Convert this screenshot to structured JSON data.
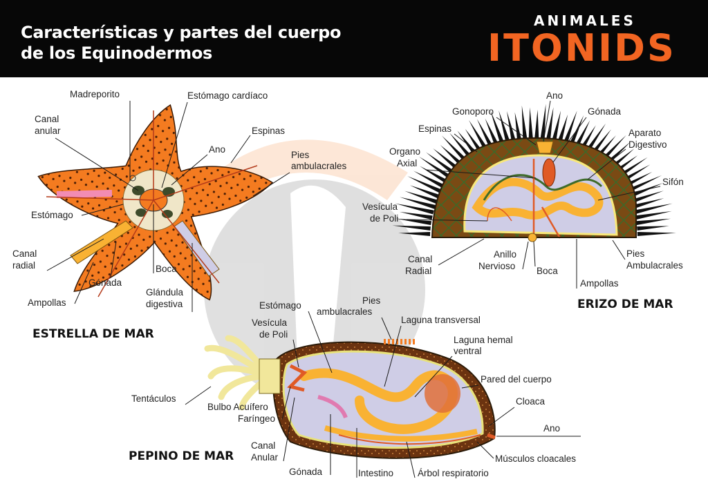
{
  "header": {
    "title_line1": "Características y partes del cuerpo",
    "title_line2": "de los Equinodermos",
    "brand_top": "ANIMALES",
    "brand_main": "ITONIDS"
  },
  "colors": {
    "header_bg": "#070707",
    "brand_orange": "#f26522",
    "body_orange": "#f47b20",
    "organ_yellow": "#f9b233",
    "body_cavity": "#cfcde6",
    "spine_black": "#111111"
  },
  "starfish": {
    "name": "ESTRELLA DE MAR",
    "labels": {
      "madreporito": "Madreporito",
      "estomago_cardiaco": "Estómago cardíaco",
      "canal_anular_1": "Canal",
      "canal_anular_2": "anular",
      "espinas": "Espinas",
      "ano": "Ano",
      "pies_1": "Pies",
      "pies_2": "ambulacrales",
      "estomago": "Estómago",
      "canal_radial_1": "Canal",
      "canal_radial_2": "radial",
      "boca": "Boca",
      "gonada": "Gónada",
      "glandula_1": "Glándula",
      "glandula_2": "digestiva",
      "ampollas": "Ampollas"
    }
  },
  "urchin": {
    "name": "ERIZO DE MAR",
    "labels": {
      "ano": "Ano",
      "gonoporo": "Gonoporo",
      "gonada": "Gónada",
      "espinas": "Espinas",
      "aparato_1": "Aparato",
      "aparato_2": "Digestivo",
      "organo_1": "Organo",
      "organo_2": "Axial",
      "sifon": "Sifón",
      "vesicula_1": "Vesícula",
      "vesicula_2": "de Poli",
      "canal_1": "Canal",
      "canal_2": "Radial",
      "anillo_1": "Anillo",
      "anillo_2": "Nervioso",
      "boca": "Boca",
      "pies_1": "Pies",
      "pies_2": "Ambulacrales",
      "ampollas": "Ampollas"
    }
  },
  "cucumber": {
    "name": "PEPINO DE MAR",
    "labels": {
      "estomago": "Estómago",
      "pies_1": "Pies",
      "pies_2": "ambulacrales",
      "vesicula_1": "Vesícula",
      "vesicula_2": "de Poli",
      "laguna_transversal": "Laguna transversal",
      "laguna_hemal_1": "Laguna hemal",
      "laguna_hemal_2": "ventral",
      "tentaculos": "Tentáculos",
      "pared": "Pared del cuerpo",
      "bulbo_1": "Bulbo Acuífero",
      "bulbo_2": "Faríngeo",
      "cloaca": "Cloaca",
      "ano": "Ano",
      "canal_1": "Canal",
      "canal_2": "Anular",
      "musculos": "Músculos cloacales",
      "gonada": "Gónada",
      "intestino": "Intestino",
      "arbol": "Árbol respiratorio"
    }
  }
}
